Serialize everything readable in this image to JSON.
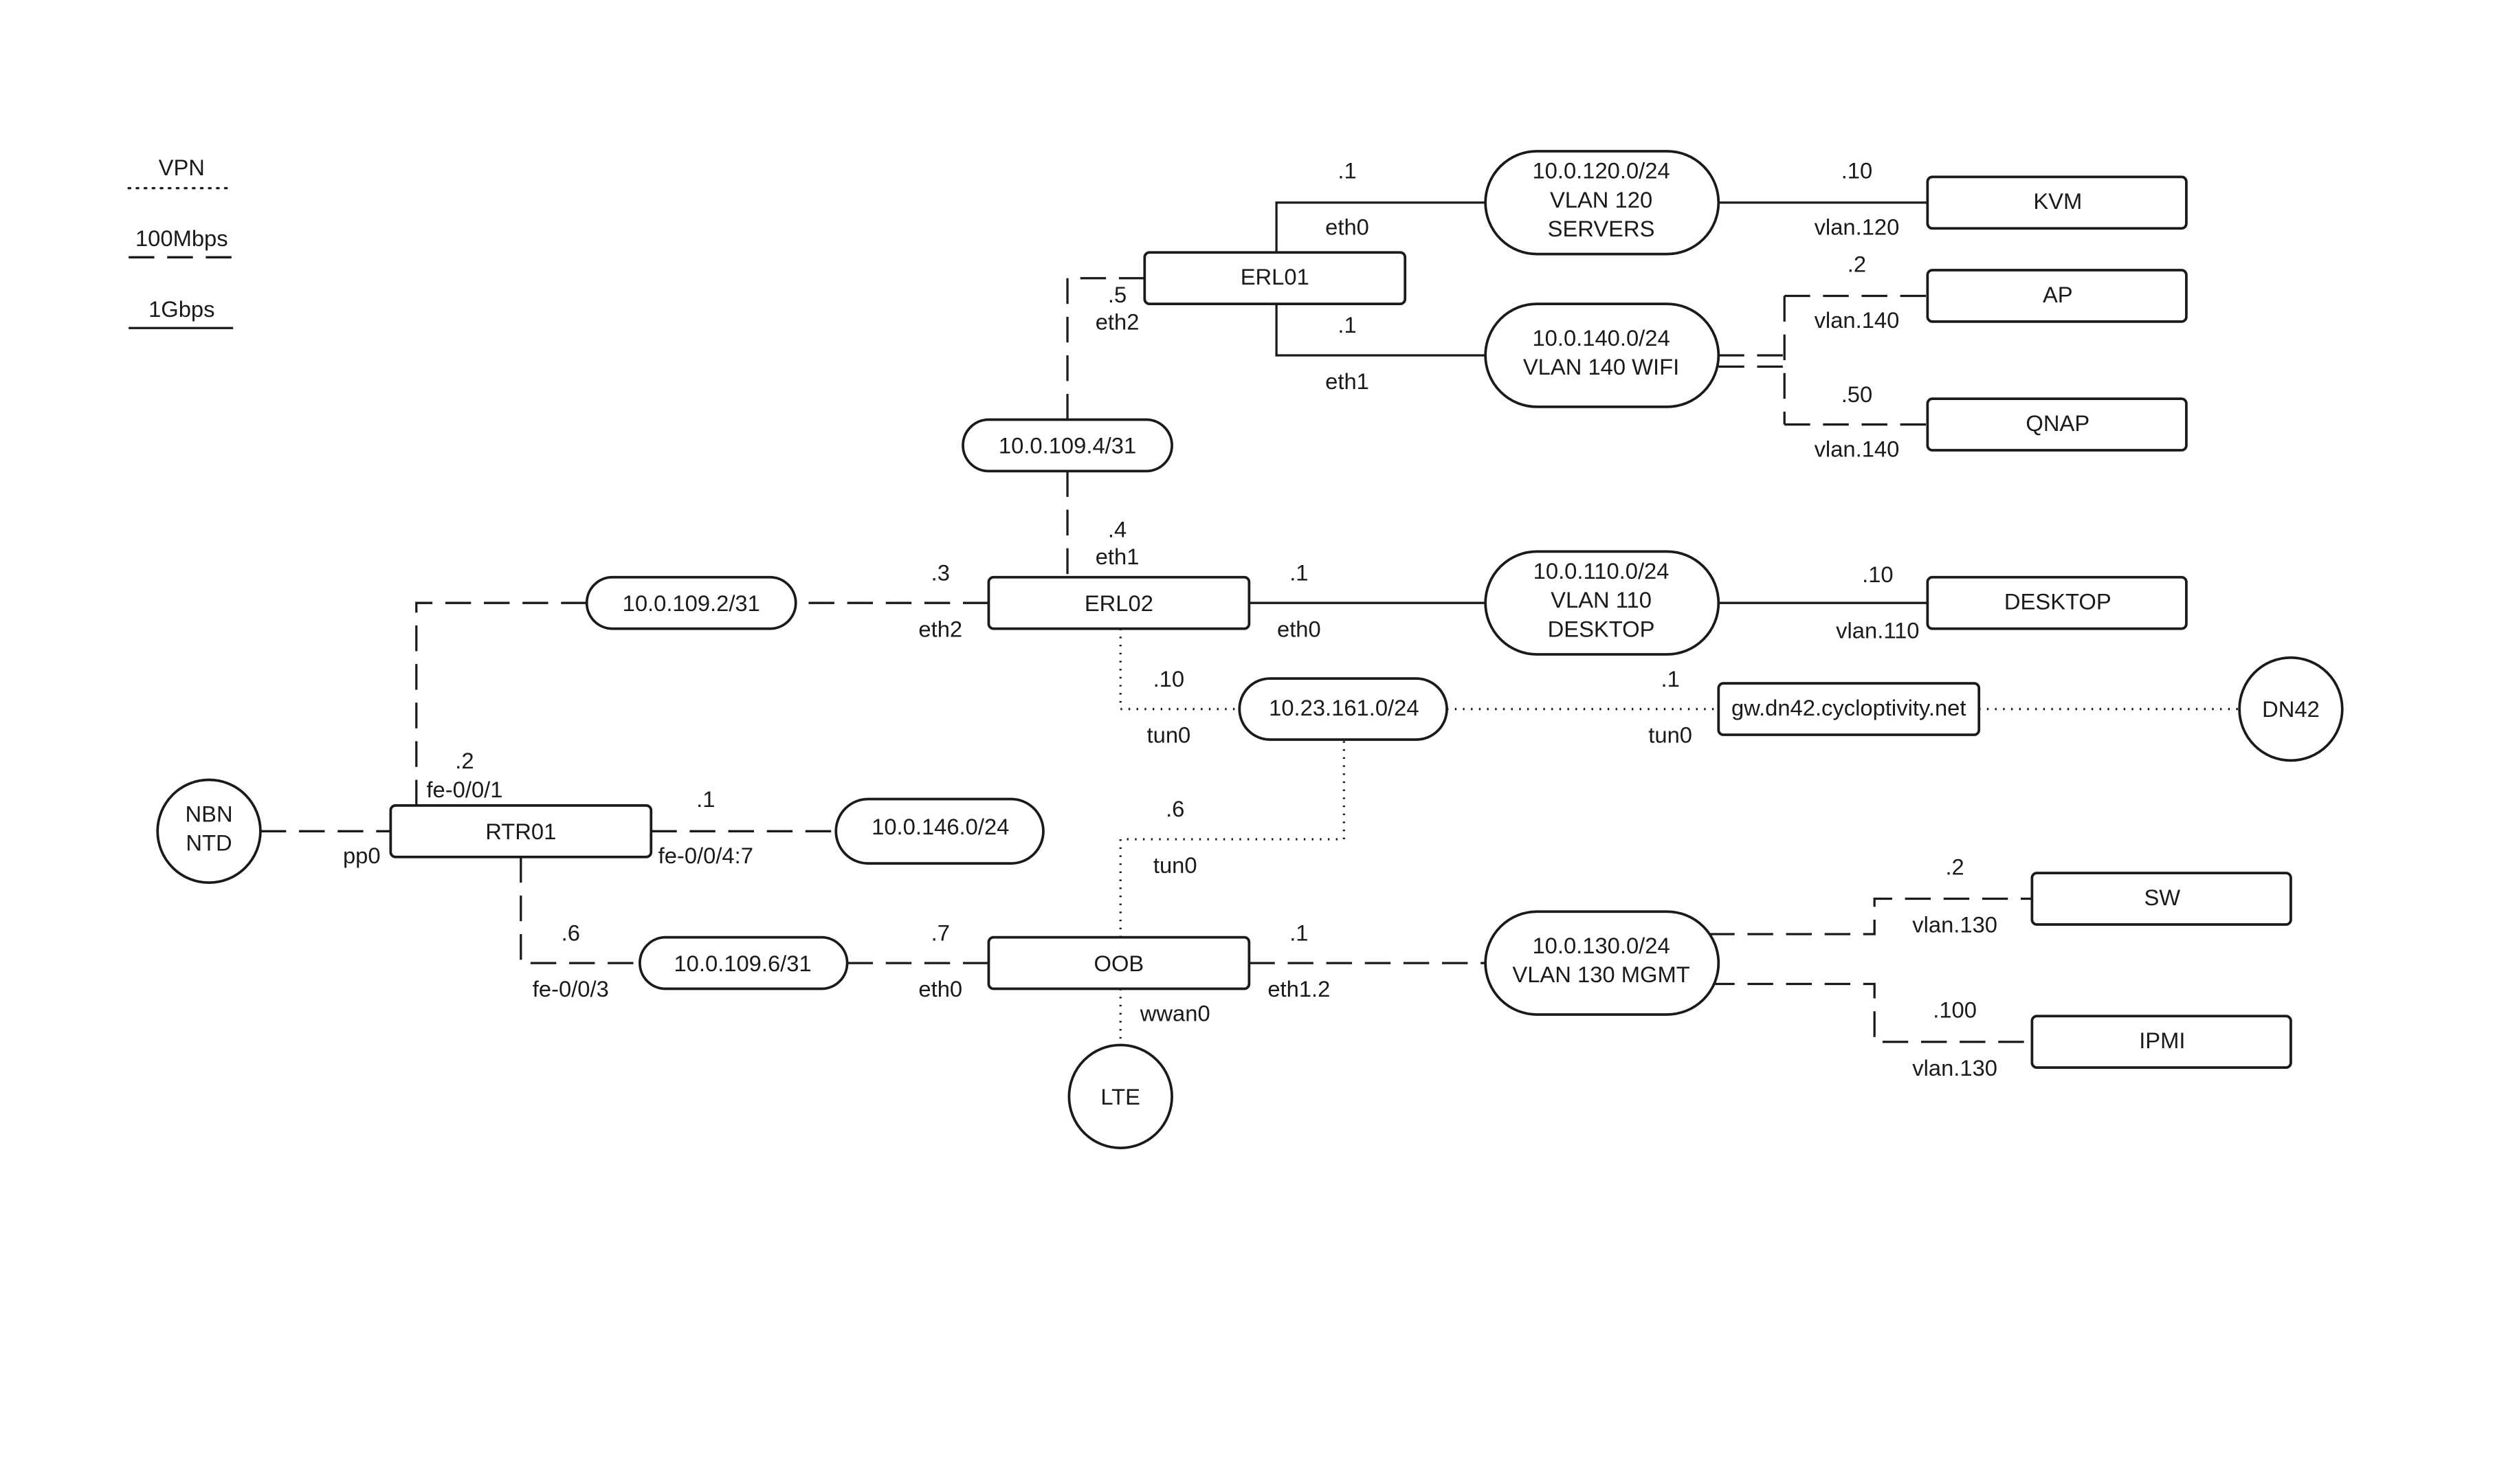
{
  "legend": {
    "vpn": "VPN",
    "mbps100": "100Mbps",
    "gbps1": "1Gbps"
  },
  "devices": {
    "erl01": "ERL01",
    "erl02": "ERL02",
    "rtr01": "RTR01",
    "oob": "OOB",
    "kvm": "KVM",
    "ap": "AP",
    "qnap": "QNAP",
    "desktop": "DESKTOP",
    "gw": "gw.dn42.cycloptivity.net",
    "sw": "SW",
    "ipmi": "IPMI"
  },
  "endpoints": {
    "nbn": [
      "NBN",
      "NTD"
    ],
    "lte": "LTE",
    "dn42": "DN42"
  },
  "networks": {
    "vlan120": [
      "10.0.120.0/24",
      "VLAN 120",
      "SERVERS"
    ],
    "vlan140": [
      "10.0.140.0/24",
      "VLAN 140 WIFI"
    ],
    "vlan110": [
      "10.0.110.0/24",
      "VLAN 110",
      "DESKTOP"
    ],
    "vlan130": [
      "10.0.130.0/24",
      "VLAN 130 MGMT"
    ],
    "link4": "10.0.109.4/31",
    "link2": "10.0.109.2/31",
    "link6": "10.0.109.6/31",
    "tun": "10.23.161.0/24",
    "wan146": "10.0.146.0/24"
  },
  "labels": {
    "erl01_eth0_ip": ".1",
    "erl01_eth0": "eth0",
    "erl01_eth1_ip": ".1",
    "erl01_eth1": "eth1",
    "erl01_eth2_ip": ".5",
    "erl01_eth2": "eth2",
    "kvm_ip": ".10",
    "kvm_if": "vlan.120",
    "ap_ip": ".2",
    "ap_if": "vlan.140",
    "qnap_ip": ".50",
    "qnap_if": "vlan.140",
    "erl02_eth1_ip": ".4",
    "erl02_eth1": "eth1",
    "erl02_eth2_ip": ".3",
    "erl02_eth2": "eth2",
    "erl02_eth0_ip": ".1",
    "erl02_eth0": "eth0",
    "desktop_ip": ".10",
    "desktop_if": "vlan.110",
    "erl02_tun_ip": ".10",
    "erl02_tun": "tun0",
    "gw_tun_ip": ".1",
    "gw_tun": "tun0",
    "rtr_fe001_ip": ".2",
    "rtr_fe001": "fe-0/0/1",
    "rtr_fe004_ip": ".1",
    "rtr_fe004": "fe-0/0/4:7",
    "rtr_pp0": "pp0",
    "rtr_fe003_ip": ".6",
    "rtr_fe003": "fe-0/0/3",
    "oob_tun_ip": ".6",
    "oob_tun": "tun0",
    "oob_eth0_ip": ".7",
    "oob_eth0": "eth0",
    "oob_eth12_ip": ".1",
    "oob_eth12": "eth1.2",
    "oob_wwan": "wwan0",
    "sw_ip": ".2",
    "sw_if": "vlan.130",
    "ipmi_ip": ".100",
    "ipmi_if": "vlan.130"
  }
}
